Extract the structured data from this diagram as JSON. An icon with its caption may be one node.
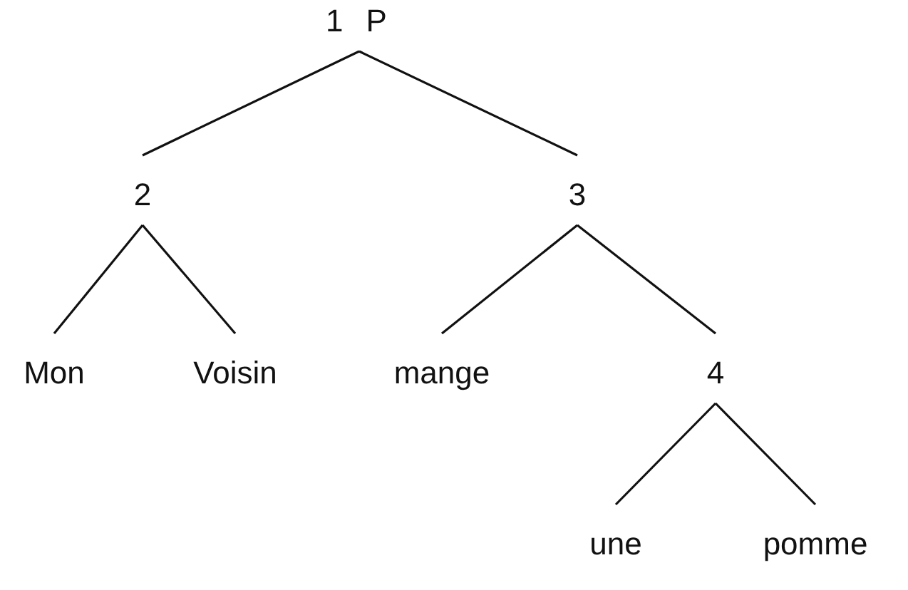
{
  "diagram": {
    "nodes": [
      {
        "text": [
          "1",
          "P"
        ]
      },
      {
        "text": [
          "2"
        ]
      },
      {
        "text": [
          "3"
        ]
      },
      {
        "text": [
          "Mon"
        ]
      },
      {
        "text": [
          "Voisin"
        ]
      },
      {
        "text": [
          "mange"
        ]
      },
      {
        "text": [
          "4"
        ]
      },
      {
        "text": [
          "une"
        ]
      },
      {
        "text": [
          "pomme"
        ]
      }
    ],
    "edges": [
      {
        "from": 0,
        "to": 1,
        "arrow": "none"
      },
      {
        "from": 0,
        "to": 2,
        "arrow": "none"
      },
      {
        "from": 1,
        "to": 3,
        "arrow": "none"
      },
      {
        "from": 1,
        "to": 4,
        "arrow": "none"
      },
      {
        "from": 2,
        "to": 5,
        "arrow": "none"
      },
      {
        "from": 2,
        "to": 6,
        "arrow": "none"
      },
      {
        "from": 6,
        "to": 7,
        "arrow": "none"
      },
      {
        "from": 6,
        "to": 8,
        "arrow": "none"
      }
    ]
  }
}
